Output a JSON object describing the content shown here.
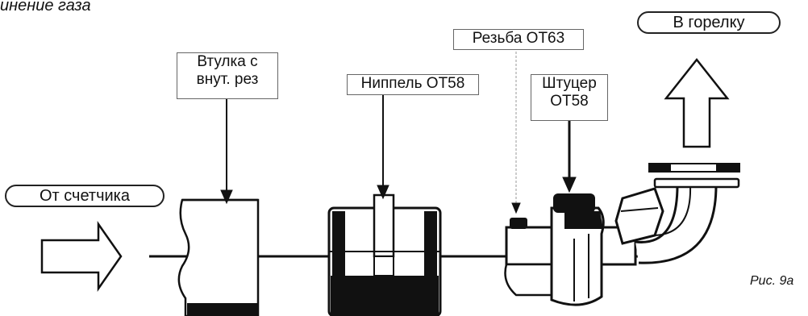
{
  "header": {
    "caption": "инение газа"
  },
  "labels": {
    "bushing_line1": "Втулка с",
    "bushing_line2": "внут. рез",
    "nipple": "Ниппель ОТ58",
    "thread": "Резьба ОТ63",
    "fitting_line1": "Штуцер",
    "fitting_line2": "ОТ58"
  },
  "flow": {
    "from_meter": "От счетчика",
    "to_burner": "В горелку"
  },
  "figure": {
    "label": "Рис. 9а"
  }
}
